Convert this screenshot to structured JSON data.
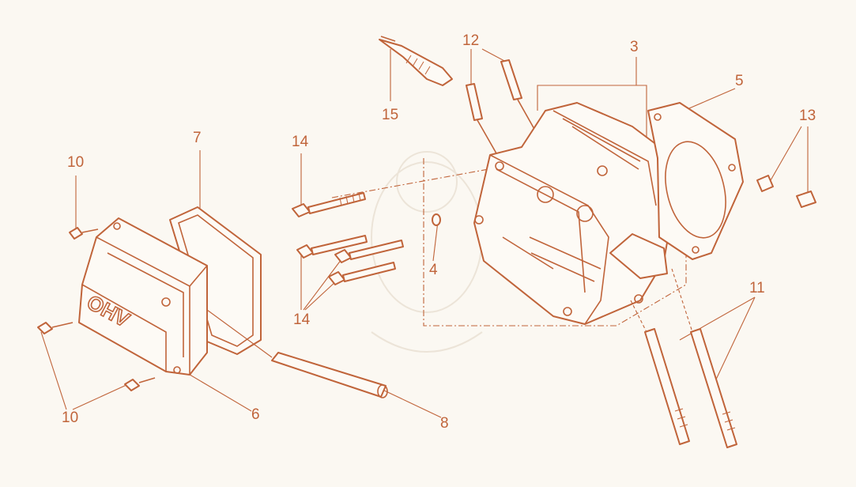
{
  "diagram": {
    "colors": {
      "line": "#c0643a",
      "background": "#fbf8f2"
    },
    "cover_lettering": "OHV",
    "callouts": [
      {
        "id": "c3",
        "text": "3"
      },
      {
        "id": "c4",
        "text": "4"
      },
      {
        "id": "c5",
        "text": "5"
      },
      {
        "id": "c6",
        "text": "6"
      },
      {
        "id": "c7",
        "text": "7"
      },
      {
        "id": "c8",
        "text": "8"
      },
      {
        "id": "c10a",
        "text": "10"
      },
      {
        "id": "c10b",
        "text": "10"
      },
      {
        "id": "c11",
        "text": "11"
      },
      {
        "id": "c12",
        "text": "12"
      },
      {
        "id": "c13",
        "text": "13"
      },
      {
        "id": "c14a",
        "text": "14"
      },
      {
        "id": "c14b",
        "text": "14"
      },
      {
        "id": "c15",
        "text": "15"
      }
    ]
  }
}
